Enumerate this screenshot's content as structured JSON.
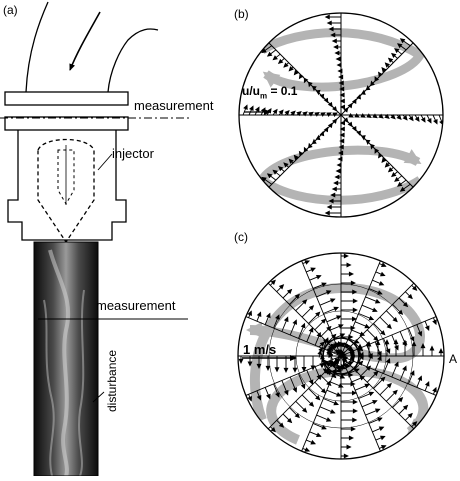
{
  "panels": {
    "a": "(a)",
    "b": "(b)",
    "c": "(c)"
  },
  "labels": {
    "measurement_upper": "measurement",
    "measurement_lower": "measurement",
    "injector": "injector",
    "disturbance": "disturbance",
    "point_a": "A"
  },
  "scales": {
    "velocity_ratio_prefix": "u/u",
    "velocity_ratio_sub": "m",
    "velocity_ratio_value": " = 0.1",
    "absolute": "1 m/s"
  },
  "colors": {
    "swirl_arrow": "#b4b4b4",
    "vector": "#000000",
    "jet_dark": "#141414"
  }
}
